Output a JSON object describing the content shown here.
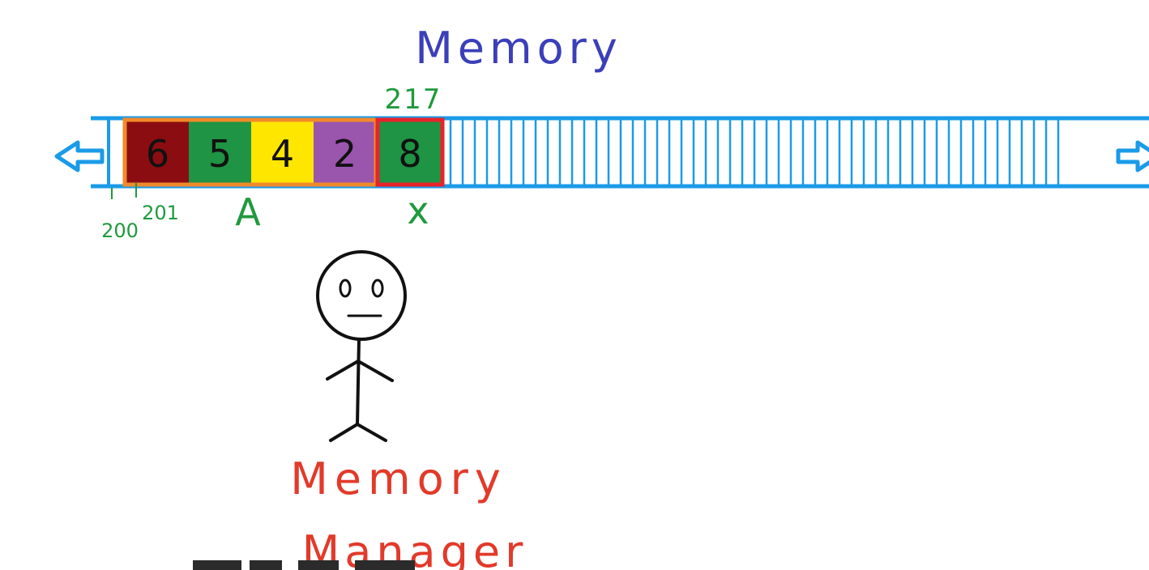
{
  "title": "Memory",
  "array": {
    "name": "A",
    "cells": [
      {
        "value": "6",
        "fill": "#8b0d12"
      },
      {
        "value": "5",
        "fill": "#1e9444"
      },
      {
        "value": "4",
        "fill": "#ffe600"
      },
      {
        "value": "2",
        "fill": "#9a55ad"
      }
    ],
    "border_color": "#f08a2a",
    "address_labels": [
      "200",
      "201"
    ]
  },
  "variable": {
    "name": "x",
    "value": "8",
    "address": "217",
    "fill": "#1e9444",
    "border_color": "#e8232a"
  },
  "memory_strip": {
    "color": "#1a9be8",
    "empty_cell_count": 51
  },
  "manager": {
    "label_line1": "Memory",
    "label_line2": "Manager"
  },
  "colors": {
    "title": "#3b3fb8",
    "address_text": "#1f9a3d",
    "manager_text": "#e23a2a",
    "figure_stroke": "#111111"
  }
}
